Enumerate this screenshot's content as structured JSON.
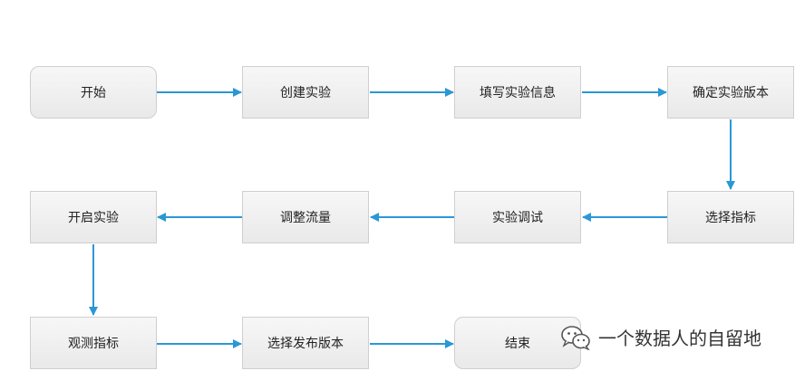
{
  "nodes": {
    "start": "开始",
    "create": "创建实验",
    "fill_info": "填写实验信息",
    "confirm_version": "确定实验版本",
    "select_metrics": "选择指标",
    "debug": "实验调试",
    "adjust_traffic": "调整流量",
    "start_experiment": "开启实验",
    "observe_metrics": "观测指标",
    "select_release": "选择发布版本",
    "end": "结束"
  },
  "watermark": {
    "text": "一个数据人的自留地",
    "icon": "wechat-icon"
  },
  "colors": {
    "arrow": "#2a97d6",
    "node_border": "#cfcfcf",
    "node_fill": "#efefef"
  }
}
